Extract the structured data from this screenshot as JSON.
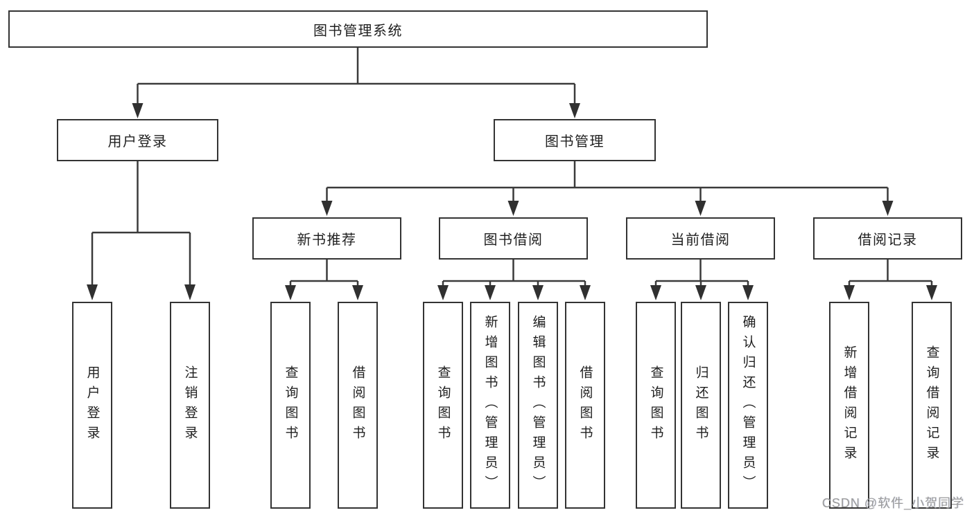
{
  "diagram": {
    "root": {
      "label": "图书管理系统"
    },
    "branches": [
      {
        "label": "用户登录",
        "children": [
          {
            "label": "用户登录"
          },
          {
            "label": "注销登录"
          }
        ]
      },
      {
        "label": "图书管理",
        "groups": [
          {
            "label": "新书推荐",
            "children": [
              {
                "label": "查询图书"
              },
              {
                "label": "借阅图书"
              }
            ]
          },
          {
            "label": "图书借阅",
            "children": [
              {
                "label": "查询图书"
              },
              {
                "label": "新增图书（管理员）"
              },
              {
                "label": "编辑图书（管理员）"
              },
              {
                "label": "借阅图书"
              }
            ]
          },
          {
            "label": "当前借阅",
            "children": [
              {
                "label": "查询图书"
              },
              {
                "label": "归还图书"
              },
              {
                "label": "确认归还（管理员）"
              }
            ]
          },
          {
            "label": "借阅记录",
            "children": [
              {
                "label": "新增借阅记录"
              },
              {
                "label": "查询借阅记录"
              }
            ]
          }
        ]
      }
    ],
    "watermark": "CSDN @软件_小贺同学",
    "colors": {
      "line": "#3a3a3a",
      "arrow": "#303030",
      "box_border": "#333333",
      "text": "#1f1f1f",
      "watermark": "#9b9b9b"
    }
  }
}
